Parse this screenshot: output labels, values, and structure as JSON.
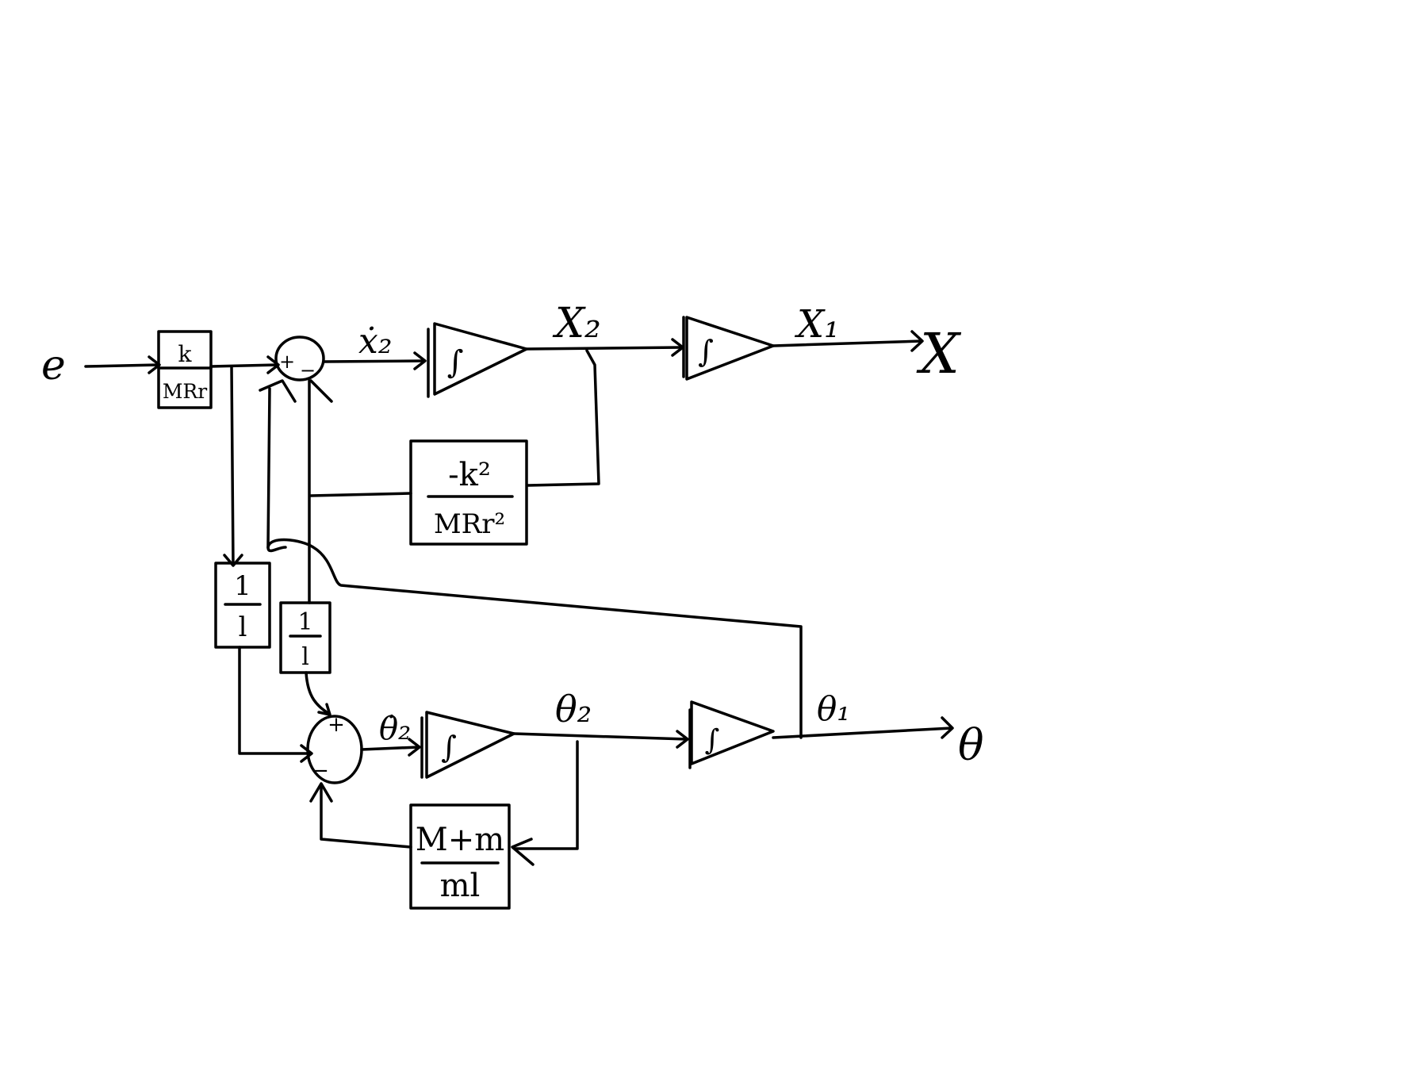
{
  "diagram": {
    "input_label": "e",
    "gain_block": {
      "numerator": "k",
      "denominator": "MRr"
    },
    "velocity_label": "ẋ₂",
    "x2_label": "X₂",
    "x1_label": "X₁",
    "output_x_label": "X",
    "feedback_x": {
      "numerator": "-k²",
      "denominator": "MRr²"
    },
    "inv_l_left": {
      "numerator": "1",
      "denominator": "l"
    },
    "inv_l_right": {
      "numerator": "1",
      "denominator": "l"
    },
    "theta_dot_label": "θ̇₂",
    "theta2_label": "θ₂",
    "theta1_label": "θ₁",
    "output_theta_label": "θ",
    "feedback_theta": {
      "numerator": "M+m",
      "denominator": "ml"
    },
    "integrator_symbol": "∫",
    "sum_top_signs": {
      "plus": "+",
      "minus": "−"
    },
    "sum_bottom_signs": {
      "plus": "+",
      "minus": "−"
    }
  },
  "colors": {
    "ink": "#000000",
    "background": "#ffffff"
  }
}
